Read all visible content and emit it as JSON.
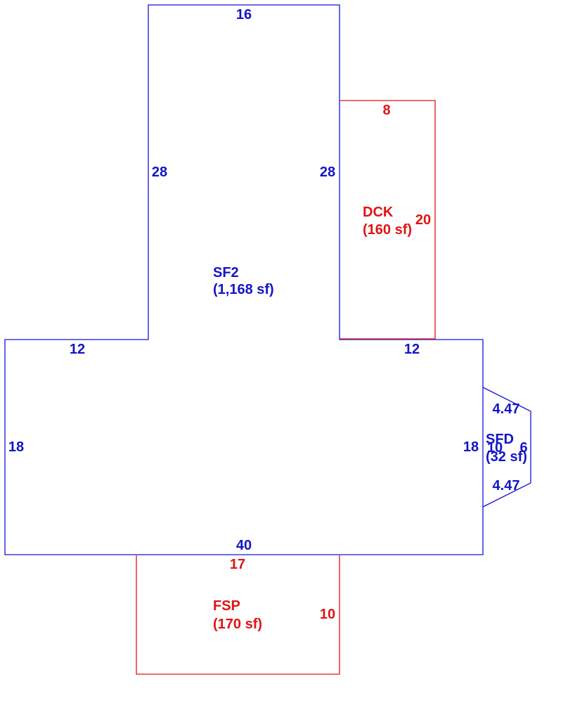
{
  "colors": {
    "living": "#1414c8",
    "exterior": "#e01414"
  },
  "areas": {
    "sf2": {
      "code": "SF2",
      "area": "(1,168 sf)"
    },
    "dck": {
      "code": "DCK",
      "area": "(160 sf)"
    },
    "fsp": {
      "code": "FSP",
      "area": "(170 sf)"
    },
    "sfd": {
      "code": "SFD",
      "area": "(32 sf)"
    }
  },
  "dimensions": {
    "sf2_top": "16",
    "sf2_upper_left": "28",
    "sf2_upper_right": "28",
    "sf2_left_step": "12",
    "sf2_right_step": "12",
    "sf2_left": "18",
    "sf2_right": "18",
    "sf2_bottom": "40",
    "dck_top": "8",
    "dck_right": "20",
    "fsp_top": "17",
    "fsp_right": "10",
    "sfd_upper": "4.47",
    "sfd_lower": "4.47",
    "sfd_left": "10",
    "sfd_right": "6"
  }
}
